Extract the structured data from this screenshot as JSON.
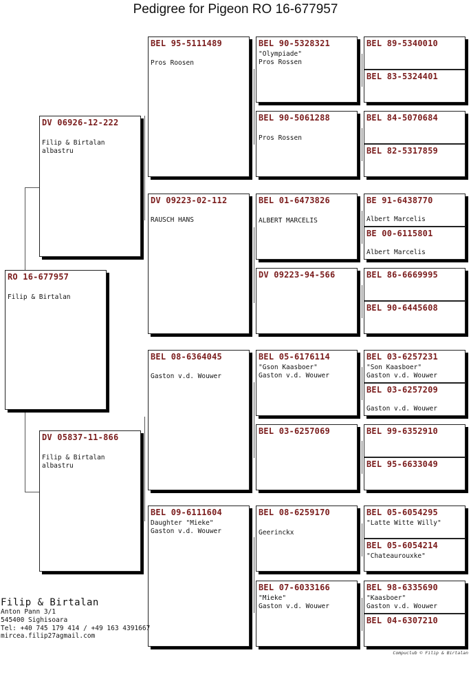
{
  "title": "Pedigree for Pigeon RO  16-677957",
  "boxes": {
    "subject": {
      "id": "RO  16-677957",
      "lines": "Filip & Birtalan"
    },
    "sire": {
      "id": "DV  06926-12-222",
      "lines": "Filip & Birtalan\nalbastru"
    },
    "dam": {
      "id": "DV  05837-11-866",
      "lines": "Filip & Birtalan\nalbastru"
    },
    "ss": {
      "id": "BEL 95-5111489",
      "lines": "Pros Roosen"
    },
    "sd": {
      "id": "DV  09223-02-112",
      "lines": "RAUSCH HANS"
    },
    "ds": {
      "id": "BEL 08-6364045",
      "lines": "Gaston v.d. Wouwer"
    },
    "dd": {
      "id": "BEL 09-6111604",
      "lines": "Daughter \"Mieke\"\nGaston v.d. Wouwer"
    },
    "sss": {
      "id": "BEL 90-5328321",
      "lines": "\"Olympiade\"\nPros Rossen"
    },
    "ssd": {
      "id": "BEL 90-5061288",
      "lines": "Pros Rossen"
    },
    "sds": {
      "id": "BEL 01-6473826",
      "lines": "ALBERT MARCELIS"
    },
    "sdd": {
      "id": "DV  09223-94-566",
      "lines": ""
    },
    "dss": {
      "id": "BEL 05-6176114",
      "lines": "\"Gson Kaasboer\"\nGaston v.d. Wouwer"
    },
    "dsd": {
      "id": "BEL 03-6257069",
      "lines": ""
    },
    "dds": {
      "id": "BEL 08-6259170",
      "lines": "Geerinckx"
    },
    "ddd": {
      "id": "BEL 07-6033166",
      "lines": "\"Mieke\"\nGaston v.d. Wouwer"
    },
    "g1": {
      "id": "BEL 89-5340010",
      "lines": ""
    },
    "g2": {
      "id": "BEL 83-5324401",
      "lines": ""
    },
    "g3": {
      "id": "BEL 84-5070684",
      "lines": ""
    },
    "g4": {
      "id": "BEL 82-5317859",
      "lines": ""
    },
    "g5": {
      "id": "BE  91-6438770",
      "lines": "Albert Marcelis"
    },
    "g6": {
      "id": "BE  00-6115801",
      "lines": "Albert Marcelis"
    },
    "g7": {
      "id": "BEL 86-6669995",
      "lines": ""
    },
    "g8": {
      "id": "BEL 90-6445608",
      "lines": ""
    },
    "g9": {
      "id": "BEL 03-6257231",
      "lines": "\"Son Kaasboer\"\nGaston v.d. Wouwer"
    },
    "g10": {
      "id": "BEL 03-6257209",
      "lines": "Gaston v.d. Wouwer"
    },
    "g11": {
      "id": "BEL 99-6352910",
      "lines": ""
    },
    "g12": {
      "id": "BEL 95-6633049",
      "lines": ""
    },
    "g13": {
      "id": "BEL 05-6054295",
      "lines": "\"Latte Witte Willy\""
    },
    "g14": {
      "id": "BEL 05-6054214",
      "lines": "\"Chateaurouxke\""
    },
    "g15": {
      "id": "BEL 98-6335690",
      "lines": "\"Kaasboer\"\nGaston v.d. Wouwer"
    },
    "g16": {
      "id": "BEL 04-6307210",
      "lines": ""
    }
  },
  "owner": {
    "name": "Filip & Birtalan",
    "address": "Anton Pann 3/1",
    "city": "545400  Sighisoara",
    "phone": "Tel: +40 745 179 414 / +49 163 4391667",
    "email": "mircea.filip27agmail.com"
  },
  "footer": "Compuclub © Filip & Birtalan"
}
